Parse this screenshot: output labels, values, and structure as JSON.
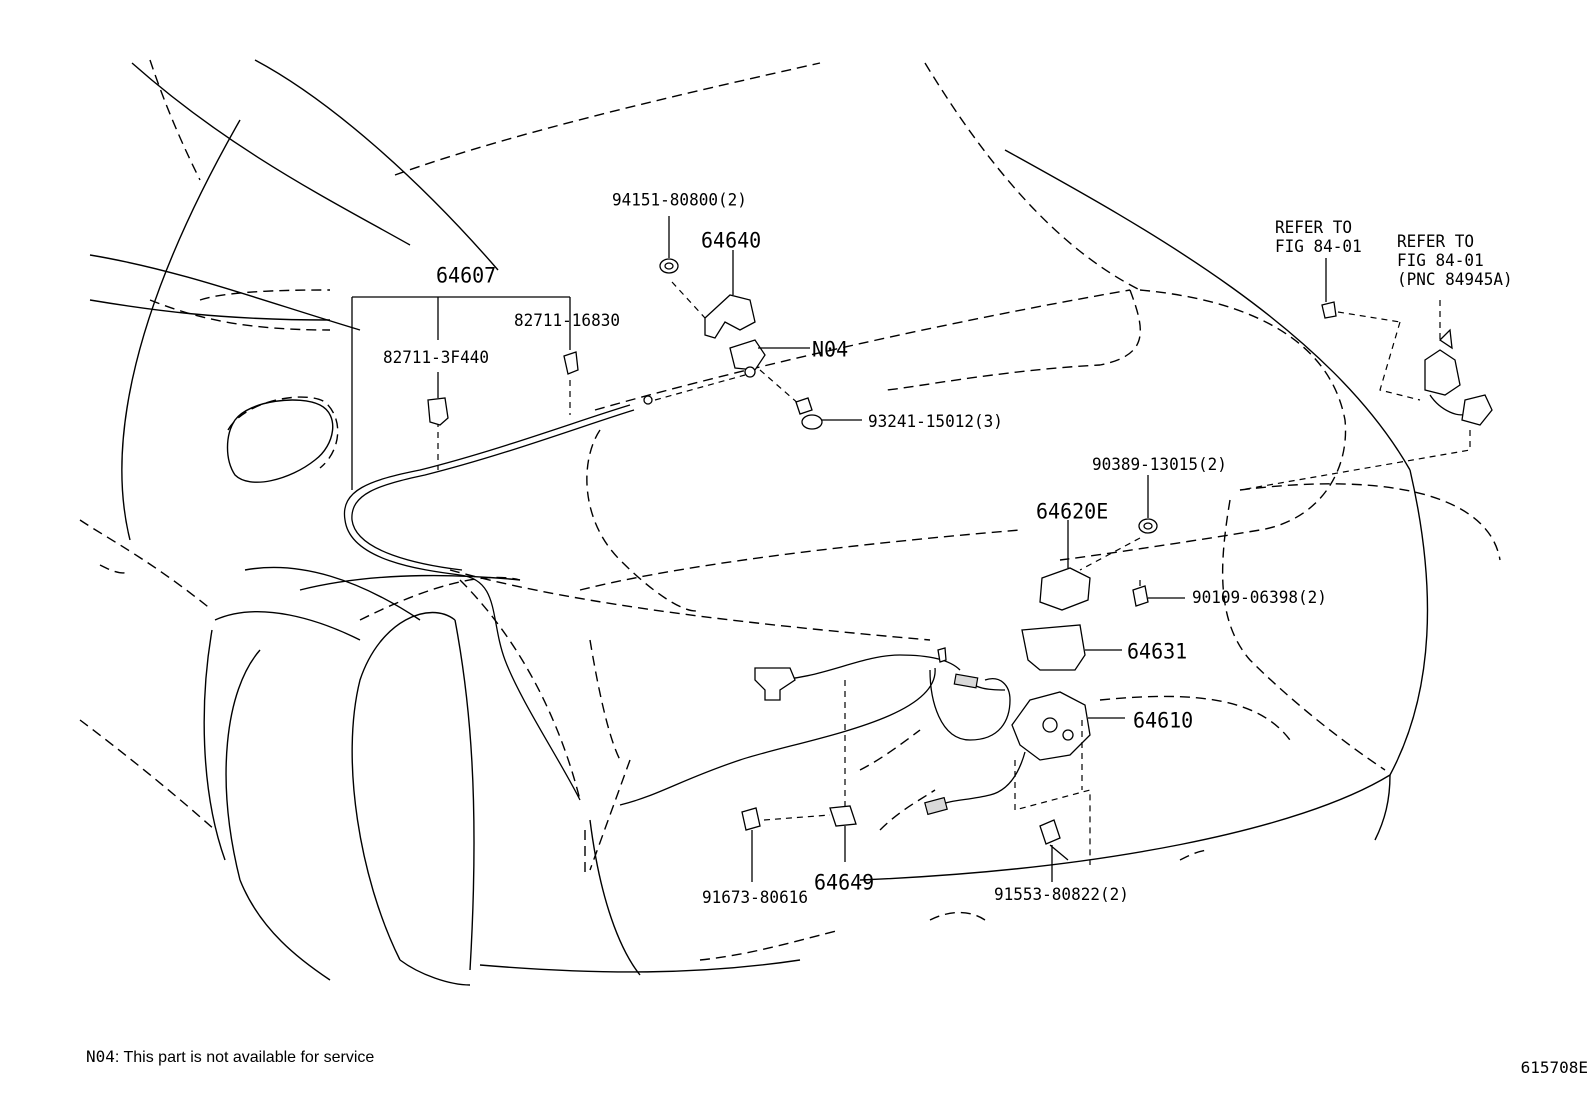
{
  "labels": {
    "p64607": "64607",
    "p82711_3f440": "82711-3F440",
    "p82711_16830": "82711-16830",
    "p94151": "94151-80800(2)",
    "p64640": "64640",
    "n04_tag": "N04",
    "p93241": "93241-15012(3)",
    "ref1_line1": "REFER TO",
    "ref1_line2": "FIG 84-01",
    "ref2_line1": "REFER TO",
    "ref2_line2": "FIG 84-01",
    "ref2_line3": "(PNC 84945A)",
    "p90389": "90389-13015(2)",
    "p64620e": "64620E",
    "p90109": "90109-06398(2)",
    "p64631": "64631",
    "p64610": "64610",
    "p91673": "91673-80616",
    "p64649": "64649",
    "p91553": "91553-80822(2)"
  },
  "footnote": {
    "code": "N04",
    "text": ": This part is not available for service"
  },
  "figure_id": "615708E",
  "icons": [
    "clip-icon",
    "nut-icon",
    "bracket-icon",
    "switch-icon",
    "bolt-icon",
    "camera-icon",
    "cover-icon",
    "box-icon",
    "latch-icon",
    "cable-icon"
  ]
}
